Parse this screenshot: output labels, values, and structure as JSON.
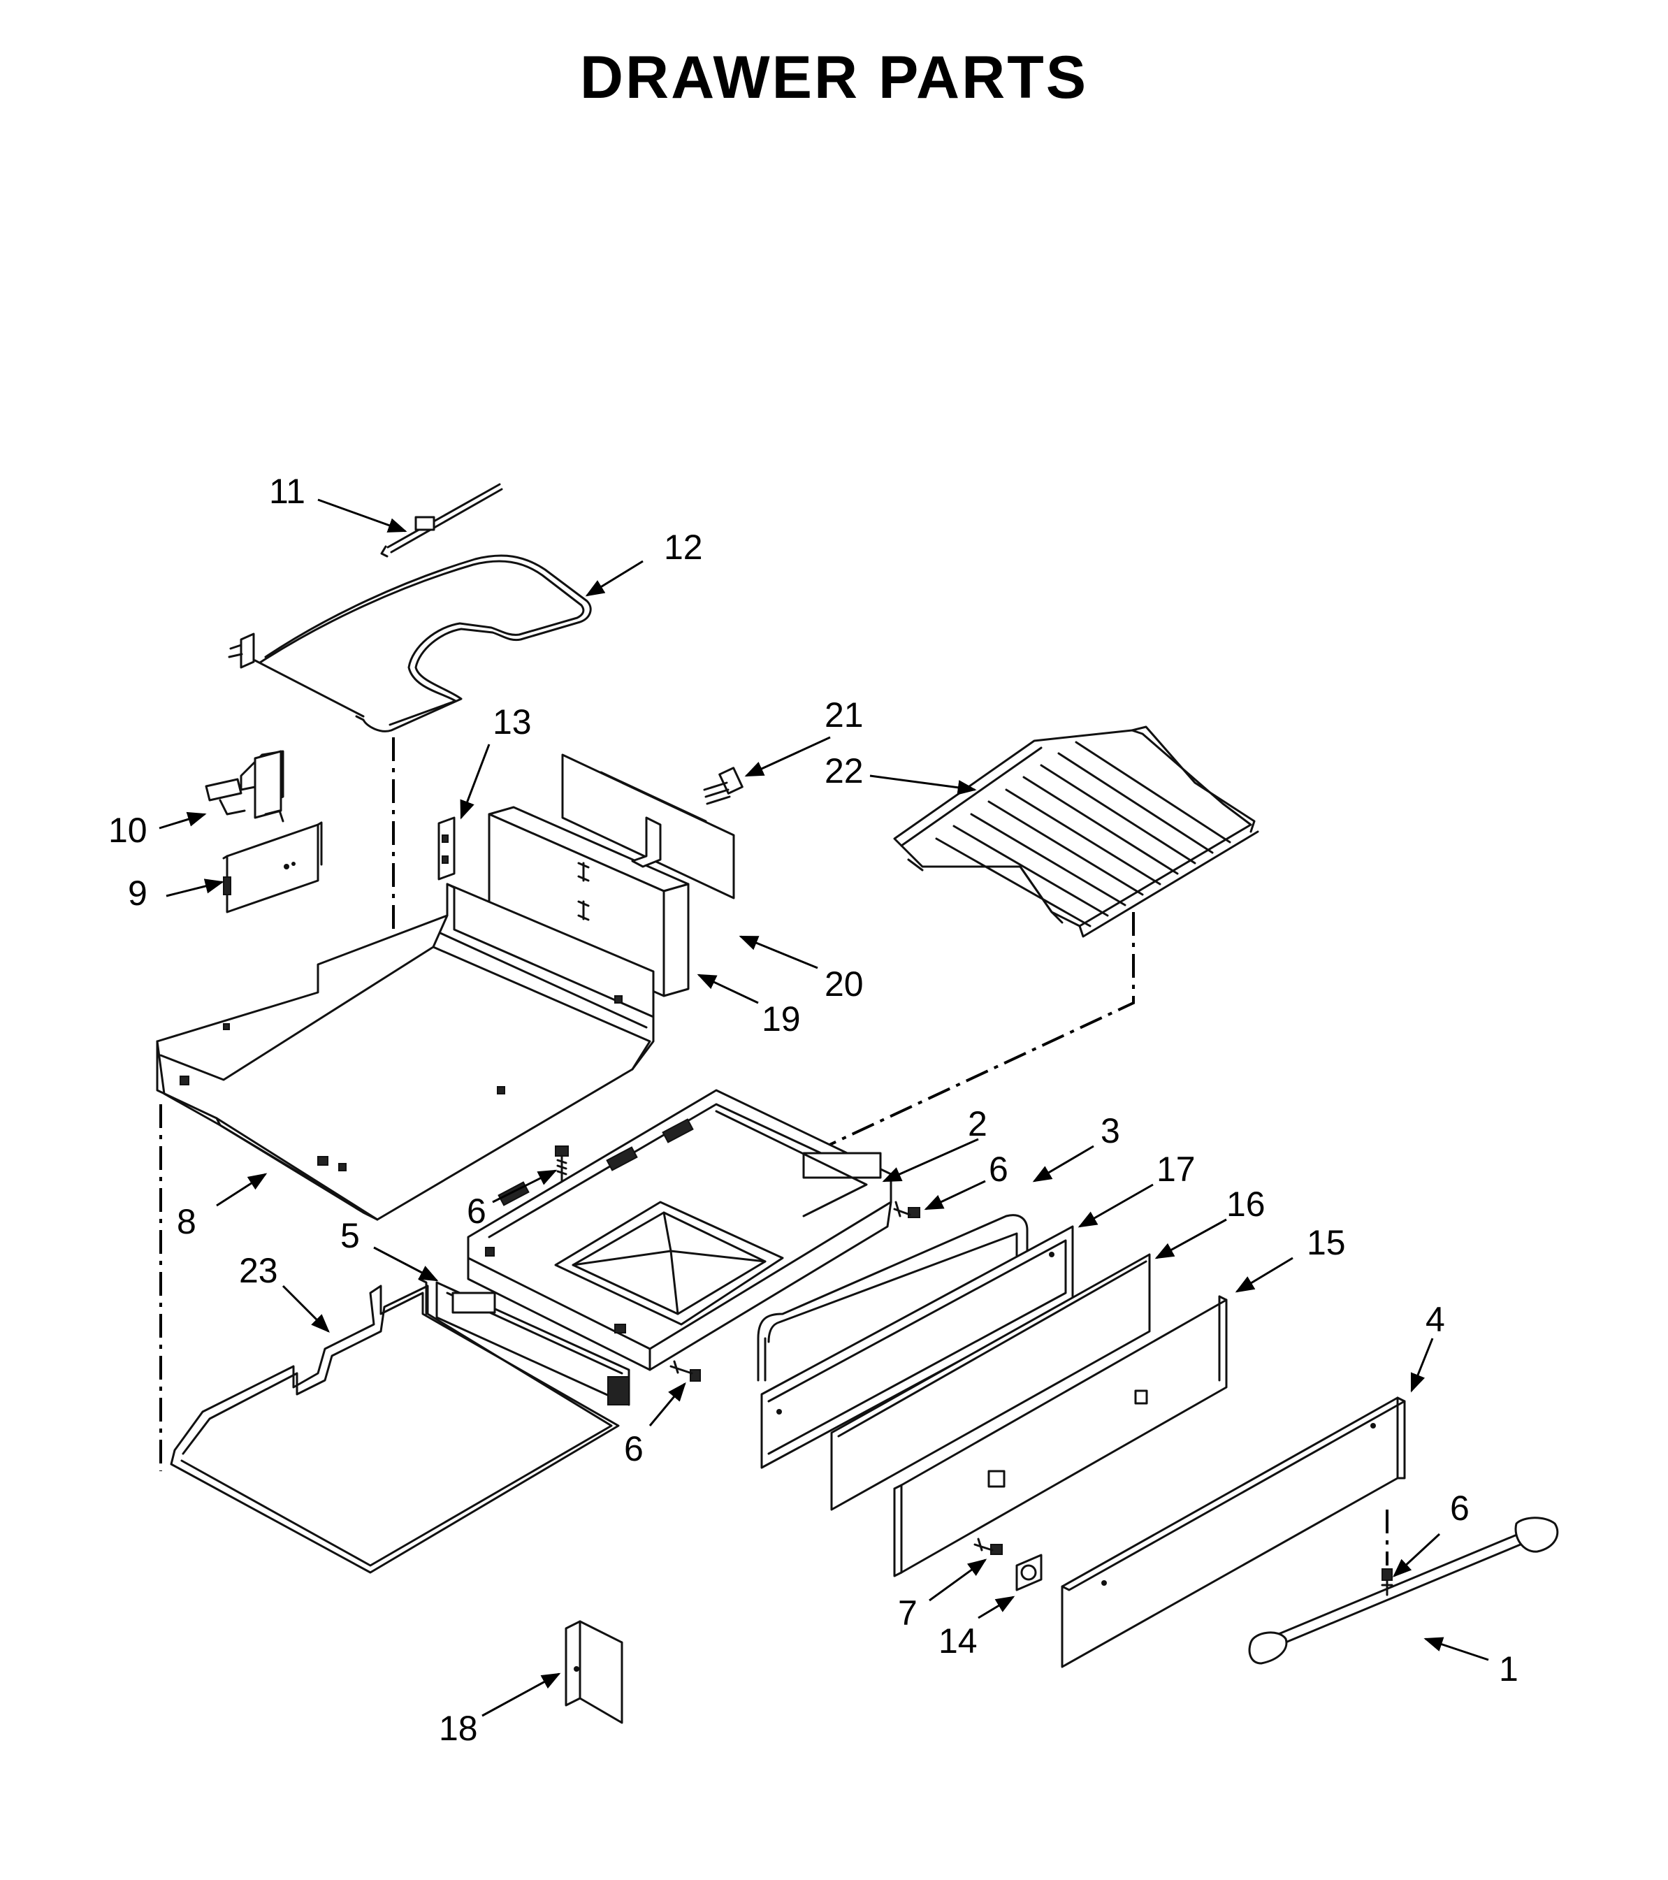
{
  "title": "DRAWER PARTS",
  "callouts": {
    "c1": "1",
    "c2": "2",
    "c3": "3",
    "c4": "4",
    "c5": "5",
    "c6a": "6",
    "c6b": "6",
    "c6c": "6",
    "c6d": "6",
    "c7": "7",
    "c8": "8",
    "c9": "9",
    "c10": "10",
    "c11": "11",
    "c12": "12",
    "c13": "13",
    "c14": "14",
    "c15": "15",
    "c16": "16",
    "c17": "17",
    "c18": "18",
    "c19": "19",
    "c20": "20",
    "c21": "21",
    "c22": "22",
    "c23": "23"
  }
}
